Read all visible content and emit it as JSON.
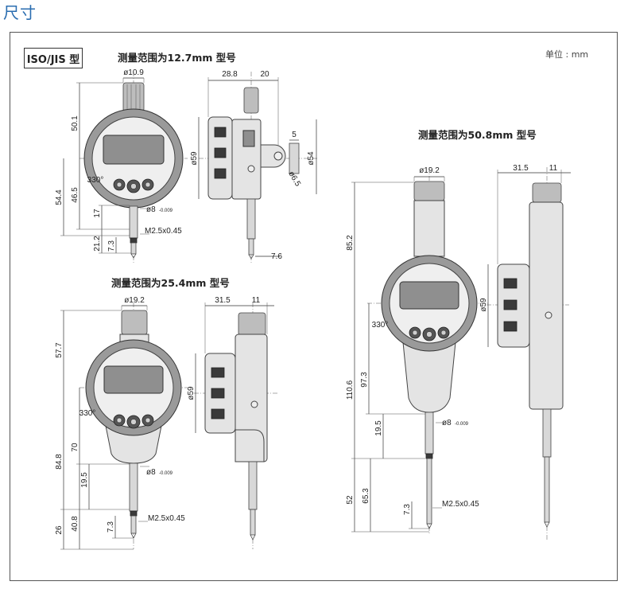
{
  "page": {
    "title": "尺寸"
  },
  "header": {
    "type_label": "ISO/JIS 型",
    "unit": "单位 : mm"
  },
  "sections": {
    "s12_7": {
      "title": "测量范围为12.7mm 型号",
      "dims": {
        "stem_dia": "ø10.9",
        "top_height": "50.1",
        "angle": "330°",
        "h1": "54.4",
        "h2": "46.5",
        "h3": "17",
        "stem_mid": "ø8",
        "stem_mid_tol": "-0.009",
        "h4": "21.2",
        "h5": "7.3",
        "thread": "M2.5x0.45",
        "side_w1": "28.8",
        "side_w2": "20",
        "side_dia": "ø59",
        "lug_w": "5",
        "lug_dia": "ø54",
        "lug_hole": "ø6.5",
        "tip_w": "7.6"
      }
    },
    "s25_4": {
      "title": "测量范围为25.4mm 型号",
      "dims": {
        "stem_dia": "ø19.2",
        "top_height": "57.7",
        "angle": "330°",
        "h1": "84.8",
        "h2": "70",
        "h3": "19.5",
        "stem_mid": "ø8",
        "stem_mid_tol": "-0.009",
        "h4": "40.8",
        "h5": "26",
        "h6": "7.3",
        "thread": "M2.5x0.45",
        "side_w1": "31.5",
        "side_w2": "11",
        "side_dia": "ø59"
      }
    },
    "s50_8": {
      "title": "测量范围为50.8mm 型号",
      "dims": {
        "stem_dia": "ø19.2",
        "top_height": "85.2",
        "angle": "330°",
        "h1": "110.6",
        "h2": "97.3",
        "h3": "19.5",
        "stem_mid": "ø8",
        "stem_mid_tol": "-0.009",
        "h4": "52",
        "h5": "65.3",
        "h6": "7.3",
        "thread": "M2.5x0.45",
        "side_w1": "31.5",
        "side_w2": "11",
        "side_dia": "ø59"
      }
    }
  }
}
